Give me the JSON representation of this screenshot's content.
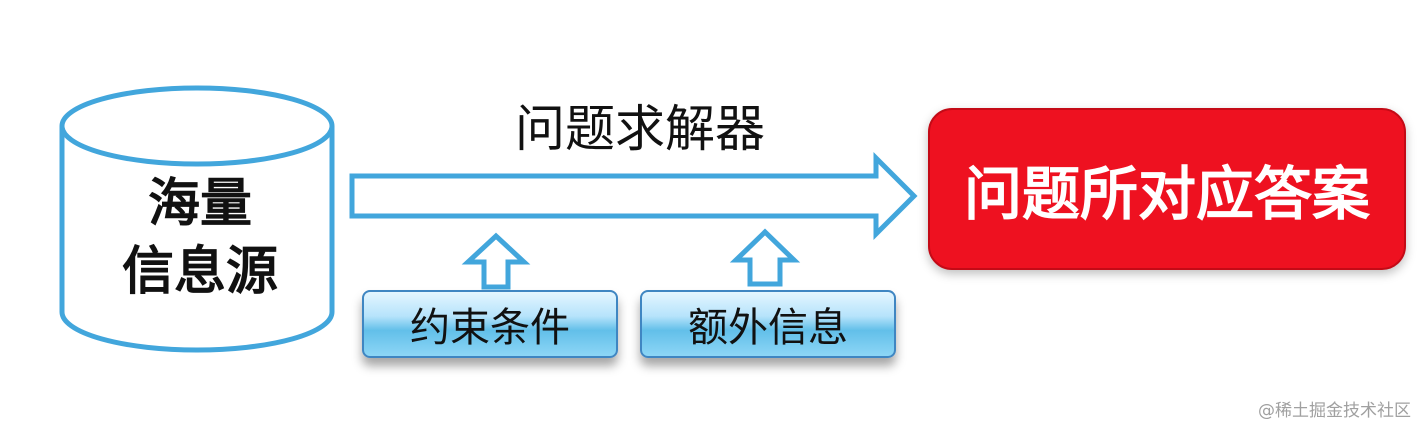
{
  "database": {
    "line1": "海量",
    "line2": "信息源"
  },
  "solver_label": "问题求解器",
  "inputs": [
    "约束条件",
    "额外信息"
  ],
  "answer_label": "问题所对应答案",
  "watermark": "@稀土掘金技术社区",
  "colors": {
    "outline_blue": "#42a6dc",
    "answer_red": "#ee1120",
    "answer_text": "#ffffff",
    "subbox_fill": "#8dd6f6"
  }
}
